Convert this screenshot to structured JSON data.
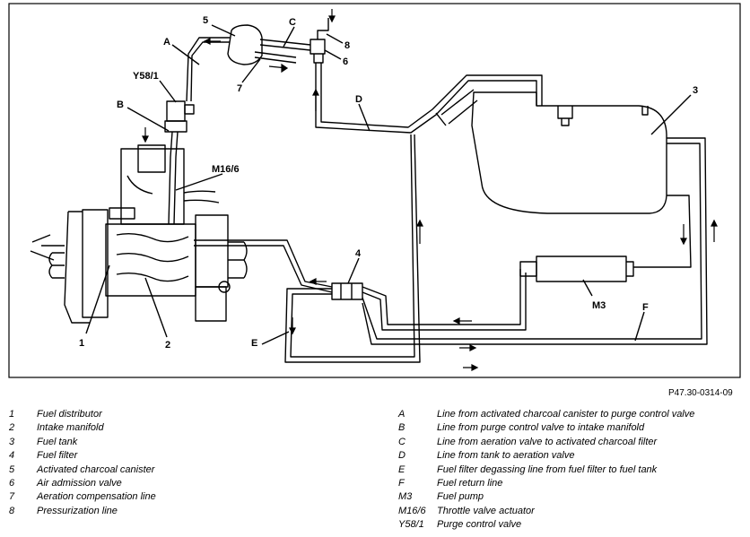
{
  "reference": "P47.30-0314-09",
  "callouts": {
    "c1": "1",
    "c2": "2",
    "c3": "3",
    "c4": "4",
    "c5": "5",
    "c6": "6",
    "c7": "7",
    "c8": "8",
    "cA": "A",
    "cB": "B",
    "cC": "C",
    "cD": "D",
    "cE": "E",
    "cF": "F",
    "cM3": "M3",
    "cM16": "M16/6",
    "cY58": "Y58/1"
  },
  "legend_left": [
    {
      "key": "1",
      "text": "Fuel distributor"
    },
    {
      "key": "2",
      "text": "Intake manifold"
    },
    {
      "key": "3",
      "text": "Fuel tank"
    },
    {
      "key": "4",
      "text": "Fuel filter"
    },
    {
      "key": "5",
      "text": "Activated charcoal canister"
    },
    {
      "key": "6",
      "text": "Air admission valve"
    },
    {
      "key": "7",
      "text": "Aeration compensation line"
    },
    {
      "key": "8",
      "text": "Pressurization line"
    }
  ],
  "legend_right": [
    {
      "key": "A",
      "text": "Line from activated charcoal canister to purge control valve"
    },
    {
      "key": "B",
      "text": "Line from purge control valve to intake manifold"
    },
    {
      "key": "C",
      "text": "Line from aeration valve to activated charcoal filter"
    },
    {
      "key": "D",
      "text": "Line from tank to aeration valve"
    },
    {
      "key": "E",
      "text": "Fuel filter degassing line from fuel filter to fuel tank"
    },
    {
      "key": "F",
      "text": "Fuel return line"
    },
    {
      "key": "M3",
      "text": "Fuel pump"
    },
    {
      "key": "M16/6",
      "text": "Throttle valve actuator"
    },
    {
      "key": "Y58/1",
      "text": "Purge control valve"
    }
  ]
}
